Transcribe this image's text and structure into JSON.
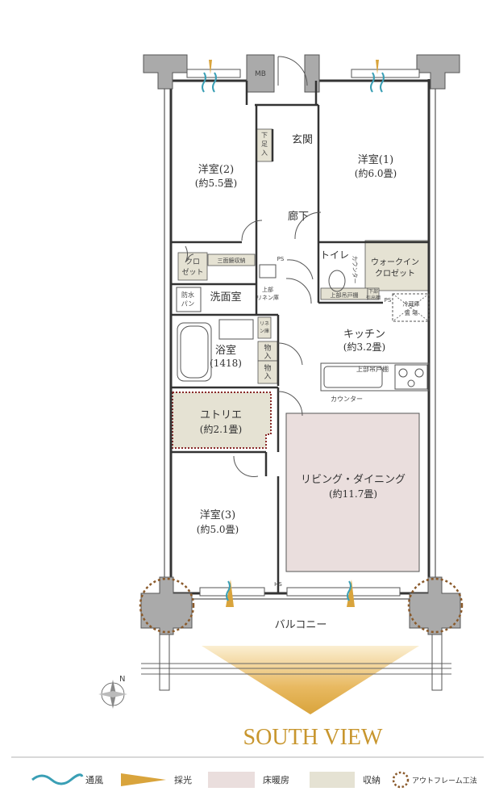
{
  "rooms": {
    "western_1": {
      "name": "洋室(1)",
      "size": "(約6.0畳)"
    },
    "western_2": {
      "name": "洋室(2)",
      "size": "(約5.5畳)"
    },
    "western_3": {
      "name": "洋室(3)",
      "size": "(約5.0畳)"
    },
    "entrance": "玄関",
    "corridor": "廊下",
    "toilet": "トイレ",
    "walkin_closet": {
      "line1": "ウォークイン",
      "line2": "クロゼット"
    },
    "washroom": "洗面室",
    "bath": {
      "name": "浴室",
      "size": "(1418)"
    },
    "kitchen": {
      "name": "キッチン",
      "size": "(約3.2畳)"
    },
    "yutorie": {
      "name": "ユトリエ",
      "size": "(約2.1畳)"
    },
    "living_dining": {
      "name": "リビング・ダイニング",
      "size": "(約11.7畳)"
    },
    "balcony": "バルコニー"
  },
  "labels": {
    "mb": "MB",
    "ps1": "PS",
    "ps2": "PS",
    "hs": "HS",
    "shoe_box": [
      "下",
      "足",
      "入"
    ],
    "closet": [
      "クロ",
      "ゼット"
    ],
    "three_mirror": "三面鏡収納",
    "upper_linen": [
      "上部",
      "リネン庫"
    ],
    "waterproof_pan": [
      "防水",
      "パン"
    ],
    "linen": [
      "リネ",
      "ン庫"
    ],
    "storage_a": [
      "物",
      "入"
    ],
    "storage_b": [
      "物",
      "入"
    ],
    "counter_toilet": "カウンター",
    "upper_cabinet_toilet": "上部吊戸棚",
    "under_cabinet": [
      "下部",
      "引出棚"
    ],
    "fridge": [
      "冷蔵庫",
      "置 場"
    ],
    "upper_cabinet_kitchen": "上部吊戸棚",
    "counter_kitchen": "カウンター",
    "compass_n": "N"
  },
  "south_view": "SOUTH VIEW",
  "legend": {
    "ventilation": "通風",
    "daylight": "採光",
    "floor_heating": "床暖房",
    "storage": "収納",
    "outframe": "アウトフレーム工法"
  },
  "colors": {
    "wall": "#333333",
    "floor_heating": "#eadedd",
    "storage": "#e5e2d3",
    "gold": "#d9a43c",
    "wind": "#3a9fb5",
    "outframe_dot": "#8a5a2b"
  }
}
